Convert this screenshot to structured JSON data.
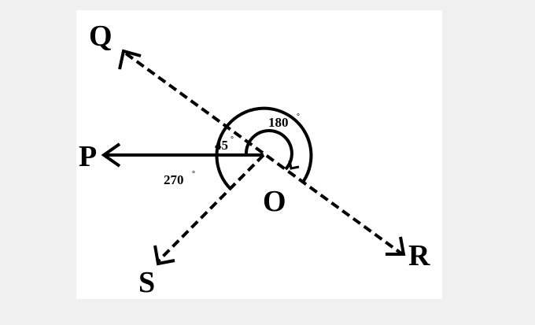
{
  "diagram": {
    "points": {
      "Q": "Q",
      "P": "P",
      "O": "O",
      "S": "S",
      "R": "R"
    },
    "angles": {
      "a180": {
        "value": "180",
        "unit": "°"
      },
      "a45": {
        "value": "45",
        "unit": "°"
      },
      "a270": {
        "value": "270",
        "unit": "°"
      }
    },
    "colors": {
      "ink": "#000000",
      "paper": "#ffffff",
      "background": "#f0f0f0"
    }
  }
}
